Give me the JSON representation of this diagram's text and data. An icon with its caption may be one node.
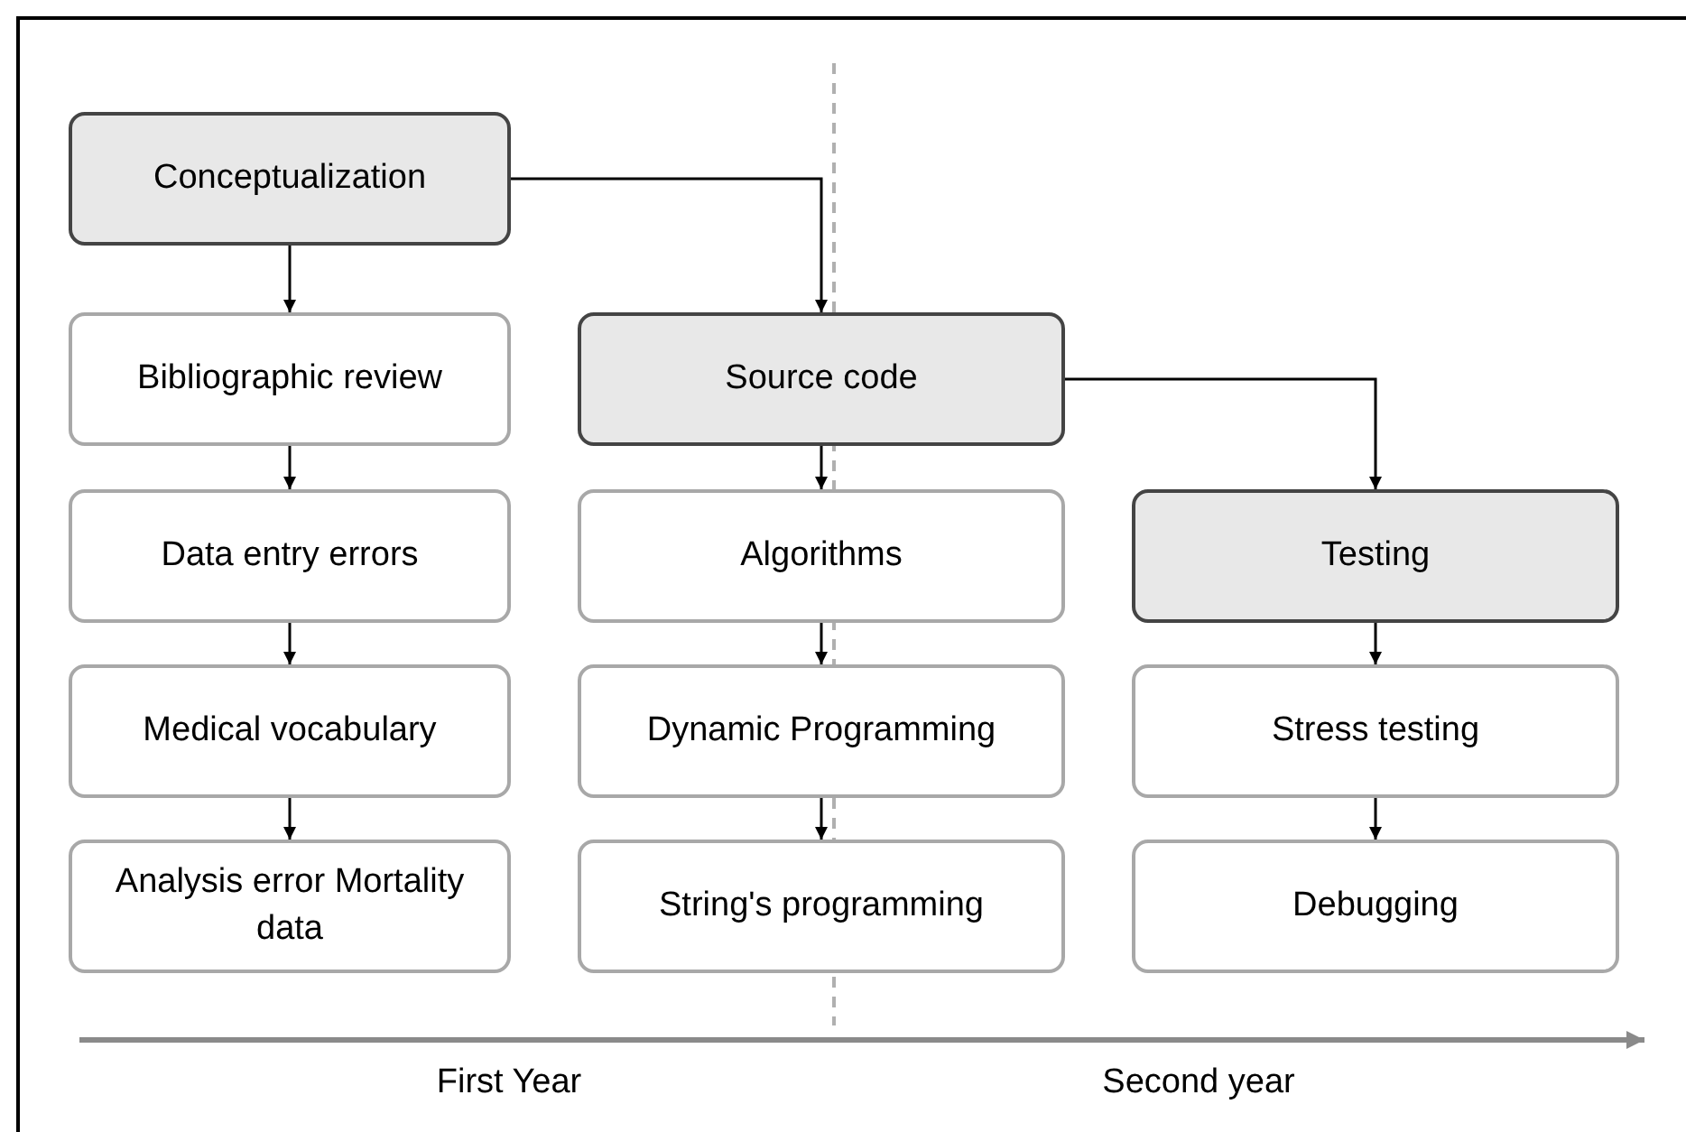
{
  "diagram": {
    "nodes": [
      {
        "text": [
          "Conceptualization"
        ]
      },
      {
        "text": [
          "Bibliographic review"
        ]
      },
      {
        "text": [
          "Data entry errors"
        ]
      },
      {
        "text": [
          "Medical vocabulary"
        ]
      },
      {
        "text": [
          "Analysis error Mortality data"
        ]
      },
      {
        "text": [
          "Source code"
        ]
      },
      {
        "text": [
          "Algorithms"
        ]
      },
      {
        "text": [
          "Dynamic Programming"
        ]
      },
      {
        "text": [
          "String's programming"
        ]
      },
      {
        "text": [
          "Testing"
        ]
      },
      {
        "text": [
          "Stress testing"
        ]
      },
      {
        "text": [
          "Debugging"
        ]
      }
    ],
    "edges": [
      {
        "from": 0,
        "to": 1,
        "arrow": "to"
      },
      {
        "from": 1,
        "to": 2,
        "arrow": "to"
      },
      {
        "from": 2,
        "to": 3,
        "arrow": "to"
      },
      {
        "from": 3,
        "to": 4,
        "arrow": "to"
      },
      {
        "from": 0,
        "to": 5,
        "arrow": "to"
      },
      {
        "from": 5,
        "to": 6,
        "arrow": "to"
      },
      {
        "from": 6,
        "to": 7,
        "arrow": "to"
      },
      {
        "from": 7,
        "to": 8,
        "arrow": "to"
      },
      {
        "from": 5,
        "to": 9,
        "arrow": "to"
      },
      {
        "from": 9,
        "to": 10,
        "arrow": "to"
      },
      {
        "from": 10,
        "to": 11,
        "arrow": "to"
      }
    ],
    "labels": [
      "First Year",
      "Second year"
    ]
  }
}
